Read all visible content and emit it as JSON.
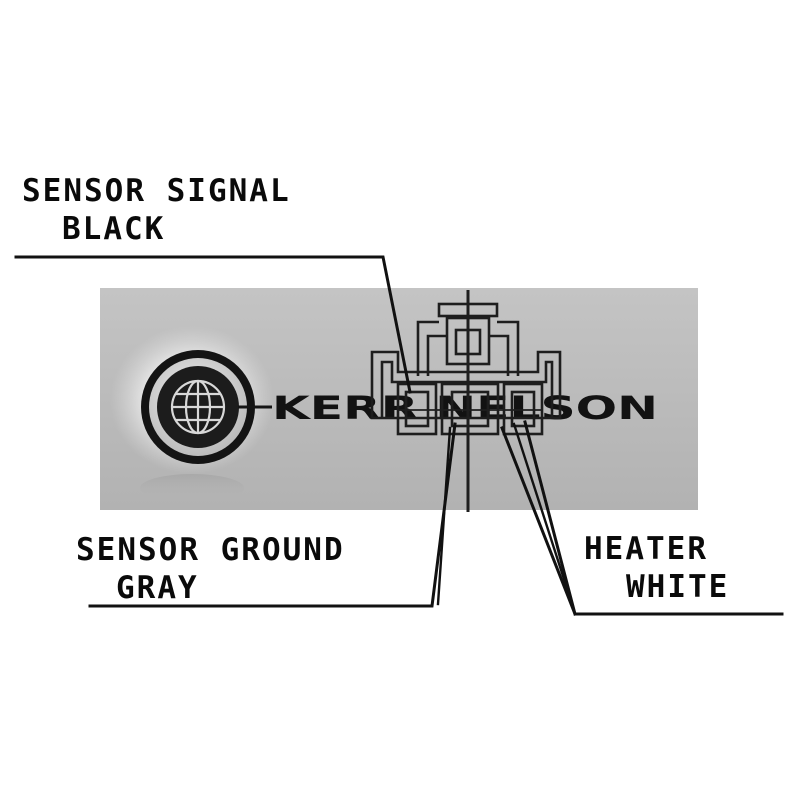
{
  "labels": {
    "sensor_signal": {
      "line1": "SENSOR SIGNAL",
      "line2": "BLACK"
    },
    "sensor_ground": {
      "line1": "SENSOR GROUND",
      "line2": "GRAY"
    },
    "heater": {
      "line1": "HEATER",
      "line2": "WHITE"
    }
  },
  "watermark": {
    "text": "KERR NELSON",
    "icon": "globe-icon"
  },
  "colors": {
    "background": "#ffffff",
    "panel": "#bdbdbd",
    "ink": "#0a0a0a",
    "wire": "#1a1a1a"
  }
}
